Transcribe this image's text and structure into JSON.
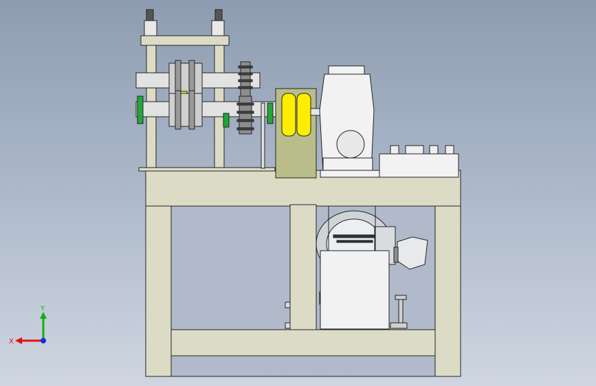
{
  "viewport": {
    "type": "cad-3d-view",
    "background_top": "#8e9cb1",
    "background_bottom": "#cfd6e1"
  },
  "colors": {
    "frame": "#dcdcc6",
    "frame_stroke": "#222222",
    "metal": "#d8d8d8",
    "coupling": "#b9bd8a",
    "yellow_part": "#ffee00",
    "green_bearing": "#1fa83a"
  },
  "triad": {
    "x_label": "X",
    "y_label": "Y",
    "x_color": "#e01010",
    "y_color": "#10b010",
    "z_color": "#1030e0"
  }
}
